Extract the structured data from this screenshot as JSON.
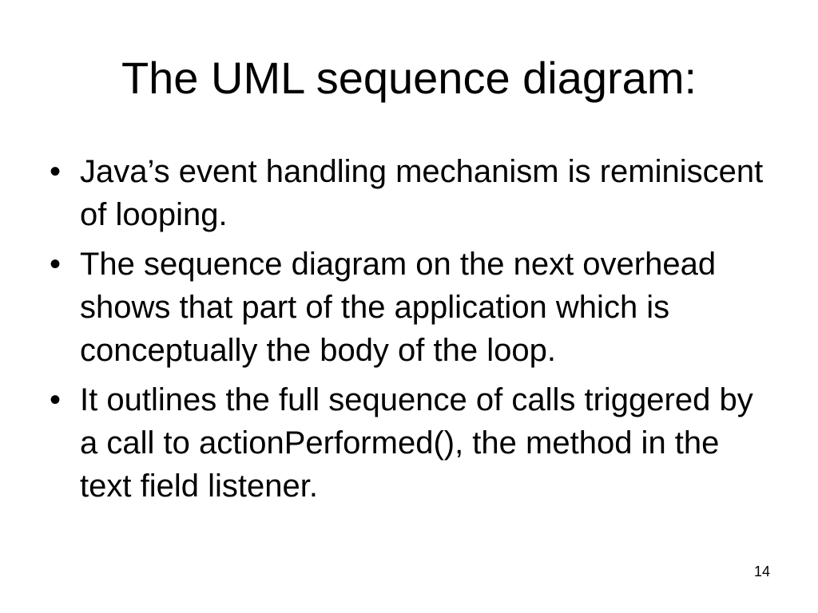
{
  "slide": {
    "title": "The UML sequence diagram:",
    "bullet_marker": "•",
    "bullets": [
      "Java’s event handling mechanism is reminiscent of looping.",
      "The sequence diagram on the next overhead shows that part of the application which is conceptually the body of the loop.",
      "It outlines the full sequence of calls triggered by a call to actionPerformed(), the method in the text field listener."
    ],
    "page_number": "14"
  }
}
